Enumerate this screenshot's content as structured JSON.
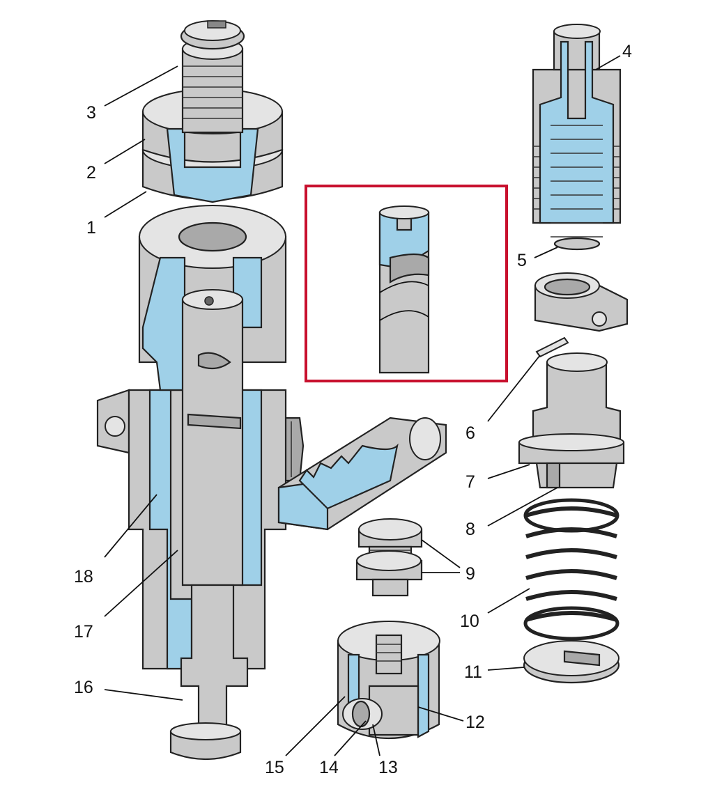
{
  "colors": {
    "section_fill": "#9fd0e8",
    "metal": "#c9c9c9",
    "inset_frame": "#c8102e"
  },
  "callouts": [
    {
      "id": "1",
      "text": "1"
    },
    {
      "id": "2",
      "text": "2"
    },
    {
      "id": "3",
      "text": "3"
    },
    {
      "id": "4",
      "text": "4"
    },
    {
      "id": "5",
      "text": "5"
    },
    {
      "id": "6",
      "text": "6"
    },
    {
      "id": "7",
      "text": "7"
    },
    {
      "id": "8",
      "text": "8"
    },
    {
      "id": "9",
      "text": "9"
    },
    {
      "id": "10",
      "text": "10"
    },
    {
      "id": "11",
      "text": "11"
    },
    {
      "id": "12",
      "text": "12"
    },
    {
      "id": "13",
      "text": "13"
    },
    {
      "id": "14",
      "text": "14"
    },
    {
      "id": "15",
      "text": "15"
    },
    {
      "id": "16",
      "text": "16"
    },
    {
      "id": "17",
      "text": "17"
    },
    {
      "id": "18",
      "text": "18"
    }
  ]
}
